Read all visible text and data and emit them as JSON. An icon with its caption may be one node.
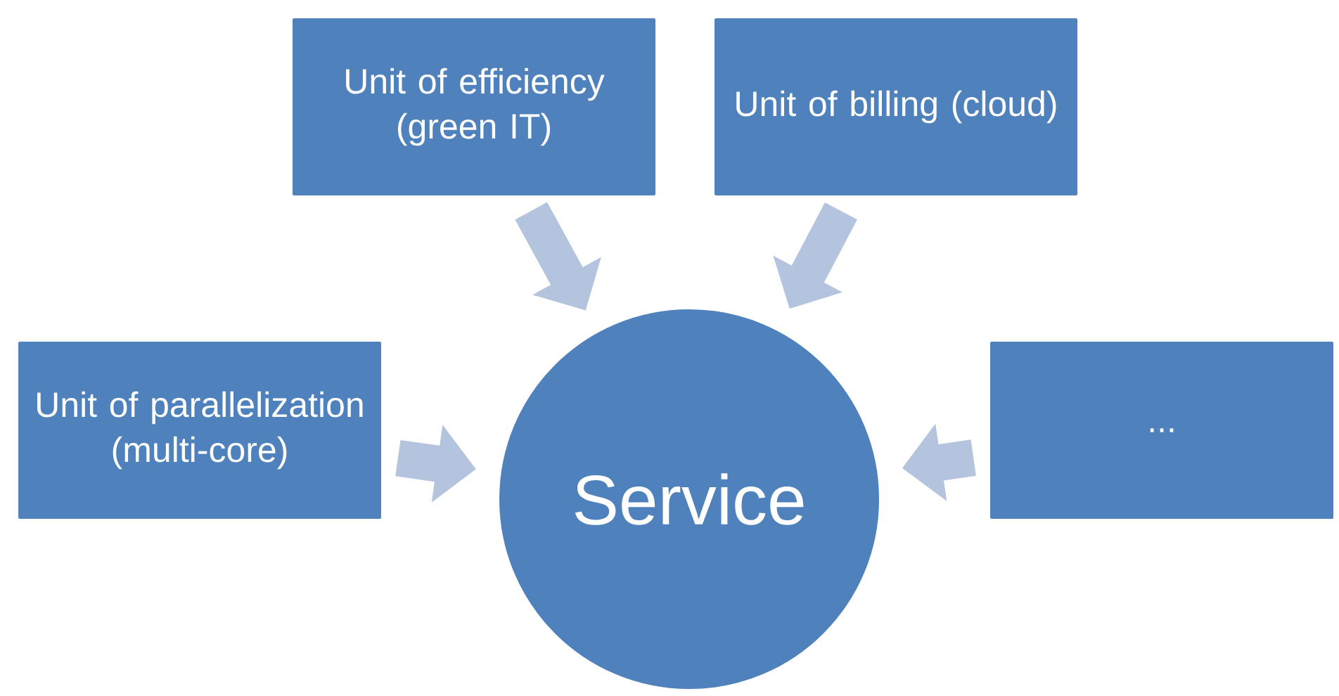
{
  "diagram": {
    "nodes": [
      {
        "text": [
          "Unit of efficiency (green IT)"
        ]
      },
      {
        "text": [
          "Unit of billing (cloud)"
        ]
      },
      {
        "text": [
          "Unit of parallelization (multi-core)"
        ]
      },
      {
        "text": [
          "Service"
        ]
      },
      {
        "text": [
          "..."
        ]
      }
    ],
    "edges": [
      {
        "from": 0,
        "to": 3,
        "arrow": "to"
      },
      {
        "from": 1,
        "to": 3,
        "arrow": "to"
      },
      {
        "from": 2,
        "to": 3,
        "arrow": "to"
      },
      {
        "from": 4,
        "to": 3,
        "arrow": "to"
      }
    ]
  }
}
